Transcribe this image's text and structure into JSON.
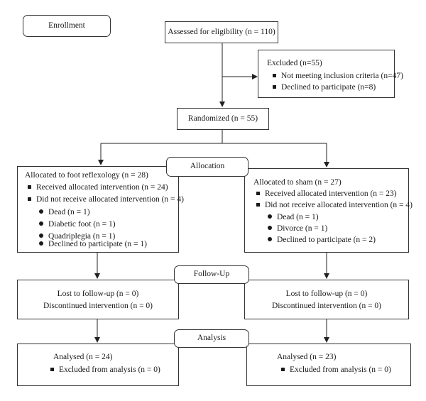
{
  "stages": {
    "enrollment": "Enrollment",
    "allocation": "Allocation",
    "follow_up": "Follow-Up",
    "analysis": "Analysis"
  },
  "assessed": "Assessed for eligibility (n = 110)",
  "excluded": {
    "title": "Excluded (n=55)",
    "items": [
      "Not meeting inclusion criteria (n=47)",
      "Declined to participate (n=8)"
    ]
  },
  "randomized": "Randomized (n = 55)",
  "left": {
    "allocation_title": "Allocated to foot reflexology (n = 28)",
    "received": "Received allocated intervention (n = 24)",
    "not_received": "Did not receive allocated intervention (n = 4)",
    "reasons": [
      "Dead (n = 1)",
      "Diabetic foot (n = 1)",
      "Quadriplegia (n = 1)",
      "Declined to participate (n = 1)"
    ],
    "lost": "Lost to follow-up (n = 0)",
    "discontinued": "Discontinued intervention (n = 0)",
    "analysed": "Analysed (n = 24)",
    "excluded_analysis": "Excluded from analysis (n = 0)"
  },
  "right": {
    "allocation_title": "Allocated to sham (n = 27)",
    "received": "Received allocated intervention (n = 23)",
    "not_received": "Did not receive allocated intervention (n = 4)",
    "reasons": [
      "Dead (n = 1)",
      "Divorce (n = 1)",
      "Declined to participate (n = 2)"
    ],
    "lost": "Lost to follow-up (n = 0)",
    "discontinued": "Discontinued intervention (n = 0)",
    "analysed": "Analysed (n = 23)",
    "excluded_analysis": "Excluded from analysis (n = 0)"
  }
}
